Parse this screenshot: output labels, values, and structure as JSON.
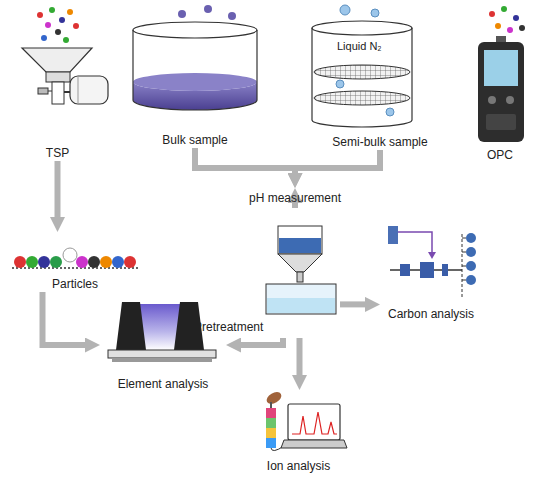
{
  "diagram": {
    "nodes": [
      {
        "text": [
          "TSP"
        ]
      },
      {
        "text": [
          "Bulk sample"
        ]
      },
      {
        "text": [
          "Semi-bulk sample"
        ]
      },
      {
        "text": [
          "OPC"
        ]
      },
      {
        "text": [
          "pH measurement"
        ]
      },
      {
        "text": [
          "Particles"
        ]
      },
      {
        "text": [
          "Pretreatment"
        ]
      },
      {
        "text": [
          "Carbon analysis"
        ]
      },
      {
        "text": [
          "Element analysis"
        ]
      },
      {
        "text": [
          "Ion analysis"
        ]
      }
    ],
    "edges": [
      {
        "from": 0,
        "to": 5,
        "arrow": "to"
      },
      {
        "from": 1,
        "to": 4,
        "arrow": "to"
      },
      {
        "from": 2,
        "to": 4,
        "arrow": "to"
      },
      {
        "from": 4,
        "to": 6,
        "arrow": "to"
      },
      {
        "from": 6,
        "to": 7,
        "arrow": "to"
      },
      {
        "from": 6,
        "to": 8,
        "arrow": "to"
      },
      {
        "from": 6,
        "to": 9,
        "arrow": "to"
      },
      {
        "from": 5,
        "to": 8,
        "arrow": "to"
      }
    ],
    "labels": [
      "Liquid N₂"
    ]
  }
}
